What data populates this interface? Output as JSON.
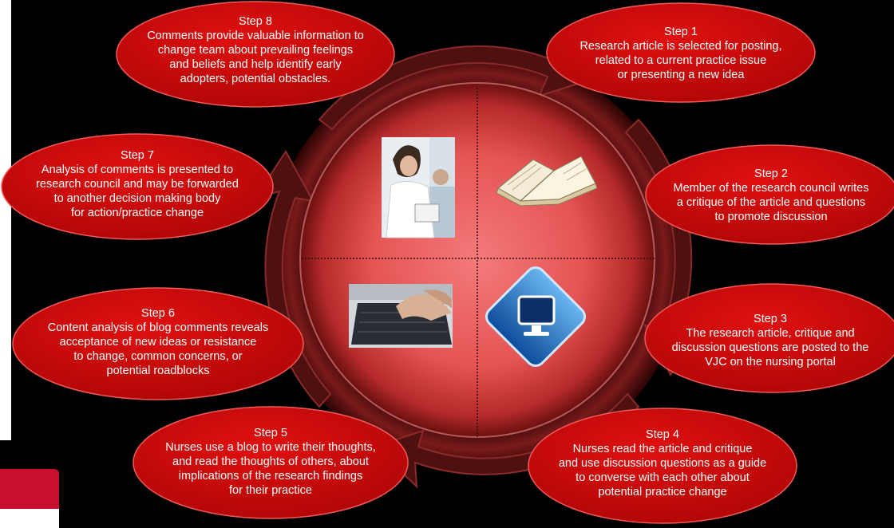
{
  "steps": [
    {
      "title": "Step 1",
      "text": "Research article is selected for posting,\nrelated to a current practice issue\nor presenting a new idea"
    },
    {
      "title": "Step 2",
      "text": "Member of the research council writes\na critique of the article and questions\nto promote discussion"
    },
    {
      "title": "Step 3",
      "text": "The research article, critique and\ndiscussion questions are posted to the\nVJC on the nursing portal"
    },
    {
      "title": "Step 4",
      "text": "Nurses read the article and critique\nand use discussion questions as a guide\nto converse with each other about\npotential practice change"
    },
    {
      "title": "Step 5",
      "text": "Nurses use a blog to write their thoughts,\nand read the thoughts of others, about\nimplications of the research findings\nfor their practice"
    },
    {
      "title": "Step 6",
      "text": "Content analysis of blog comments reveals\nacceptance of new ideas or resistance\nto change, common concerns, or\npotential roadblocks"
    },
    {
      "title": "Step 7",
      "text": "Analysis of comments is presented to\nresearch council and may be forwarded\nto another decision making body\nfor action/practice change"
    },
    {
      "title": "Step 8",
      "text": "Comments provide valuable information to\nchange team about prevailing feelings\nand beliefs and help identify early\nadopters, potential obstacles."
    }
  ],
  "colors": {
    "ellipse": "#c00a0a",
    "ellipse_edge": "#ee5555",
    "sphere_center": "#f47676",
    "sphere_edge": "#8a1b1b",
    "arrow": "#5a1414"
  },
  "icons": [
    "nurse-photo-icon",
    "open-book-icon",
    "laptop-typing-icon",
    "computer-monitor-icon"
  ]
}
